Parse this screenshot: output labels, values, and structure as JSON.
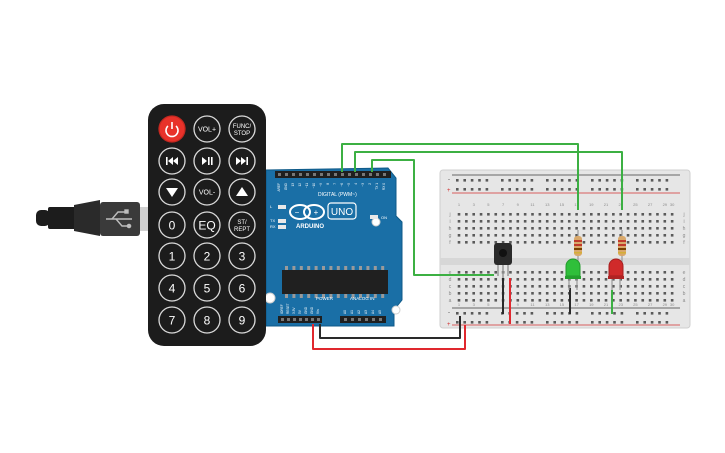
{
  "remote": {
    "buttons": [
      {
        "id": "power",
        "label": "",
        "icon": "power-icon",
        "color": "#e8322a"
      },
      {
        "id": "vol-up",
        "label": "VOL+"
      },
      {
        "id": "func-stop",
        "label": "FUNC/",
        "label2": "STOP"
      },
      {
        "id": "prev",
        "label": "",
        "icon": "skip-back-icon"
      },
      {
        "id": "play-pause",
        "label": "",
        "icon": "play-pause-icon"
      },
      {
        "id": "next",
        "label": "",
        "icon": "skip-forward-icon"
      },
      {
        "id": "down",
        "label": "",
        "icon": "down-arrow-icon"
      },
      {
        "id": "vol-down",
        "label": "VOL-"
      },
      {
        "id": "up",
        "label": "",
        "icon": "up-arrow-icon"
      },
      {
        "id": "zero",
        "label": "0"
      },
      {
        "id": "eq",
        "label": "EQ"
      },
      {
        "id": "st-rept",
        "label": "ST/",
        "label2": "REPT"
      },
      {
        "id": "one",
        "label": "1"
      },
      {
        "id": "two",
        "label": "2"
      },
      {
        "id": "three",
        "label": "3"
      },
      {
        "id": "four",
        "label": "4"
      },
      {
        "id": "five",
        "label": "5"
      },
      {
        "id": "six",
        "label": "6"
      },
      {
        "id": "seven",
        "label": "7"
      },
      {
        "id": "eight",
        "label": "8"
      },
      {
        "id": "nine",
        "label": "9"
      }
    ]
  },
  "arduino": {
    "brand": "ARDUINO",
    "model": "UNO",
    "digital_label": "DIGITAL (PWM~)",
    "power_label": "POWER",
    "analog_label": "ANALOG IN",
    "on_label": "ON",
    "led_labels": [
      "L",
      "TX",
      "RX"
    ],
    "digital_pins": [
      "AREF",
      "GND",
      "13",
      "12",
      "~11",
      "~10",
      "~9",
      "8",
      "7",
      "~6",
      "~5",
      "4",
      "~3",
      "2",
      "TX 1",
      "RX 0"
    ],
    "power_pins": [
      "IOREF",
      "RESET",
      "3.3V",
      "5V",
      "GND",
      "GND",
      "Vin"
    ],
    "analog_pins": [
      "A0",
      "A1",
      "A2",
      "A3",
      "A4",
      "A5"
    ]
  },
  "breadboard": {
    "column_numbers": [
      "1",
      "2",
      "3",
      "4",
      "5",
      "6",
      "7",
      "8",
      "9",
      "10",
      "11",
      "12",
      "13",
      "14",
      "15",
      "16",
      "17",
      "18",
      "19",
      "20",
      "21",
      "22",
      "23",
      "24",
      "25",
      "26",
      "27",
      "28",
      "29",
      "30"
    ],
    "rows_top": [
      "j",
      "i",
      "h",
      "g",
      "f"
    ],
    "rows_bottom": [
      "e",
      "d",
      "c",
      "b",
      "a"
    ],
    "rail_minus": "-",
    "rail_plus": "+"
  },
  "components": {
    "led_green": {
      "color": "#2fbf3a"
    },
    "led_red": {
      "color": "#d02a2a"
    },
    "ir_receiver": {
      "color": "#2a2a2a"
    }
  },
  "wires": {
    "green": "#3cb043",
    "red": "#e0282e",
    "black": "#2a2a2a"
  },
  "colors": {
    "arduino_board": "#1a6fa6",
    "breadboard": "#e8e8e8",
    "remote_body": "#1c1c1c"
  }
}
